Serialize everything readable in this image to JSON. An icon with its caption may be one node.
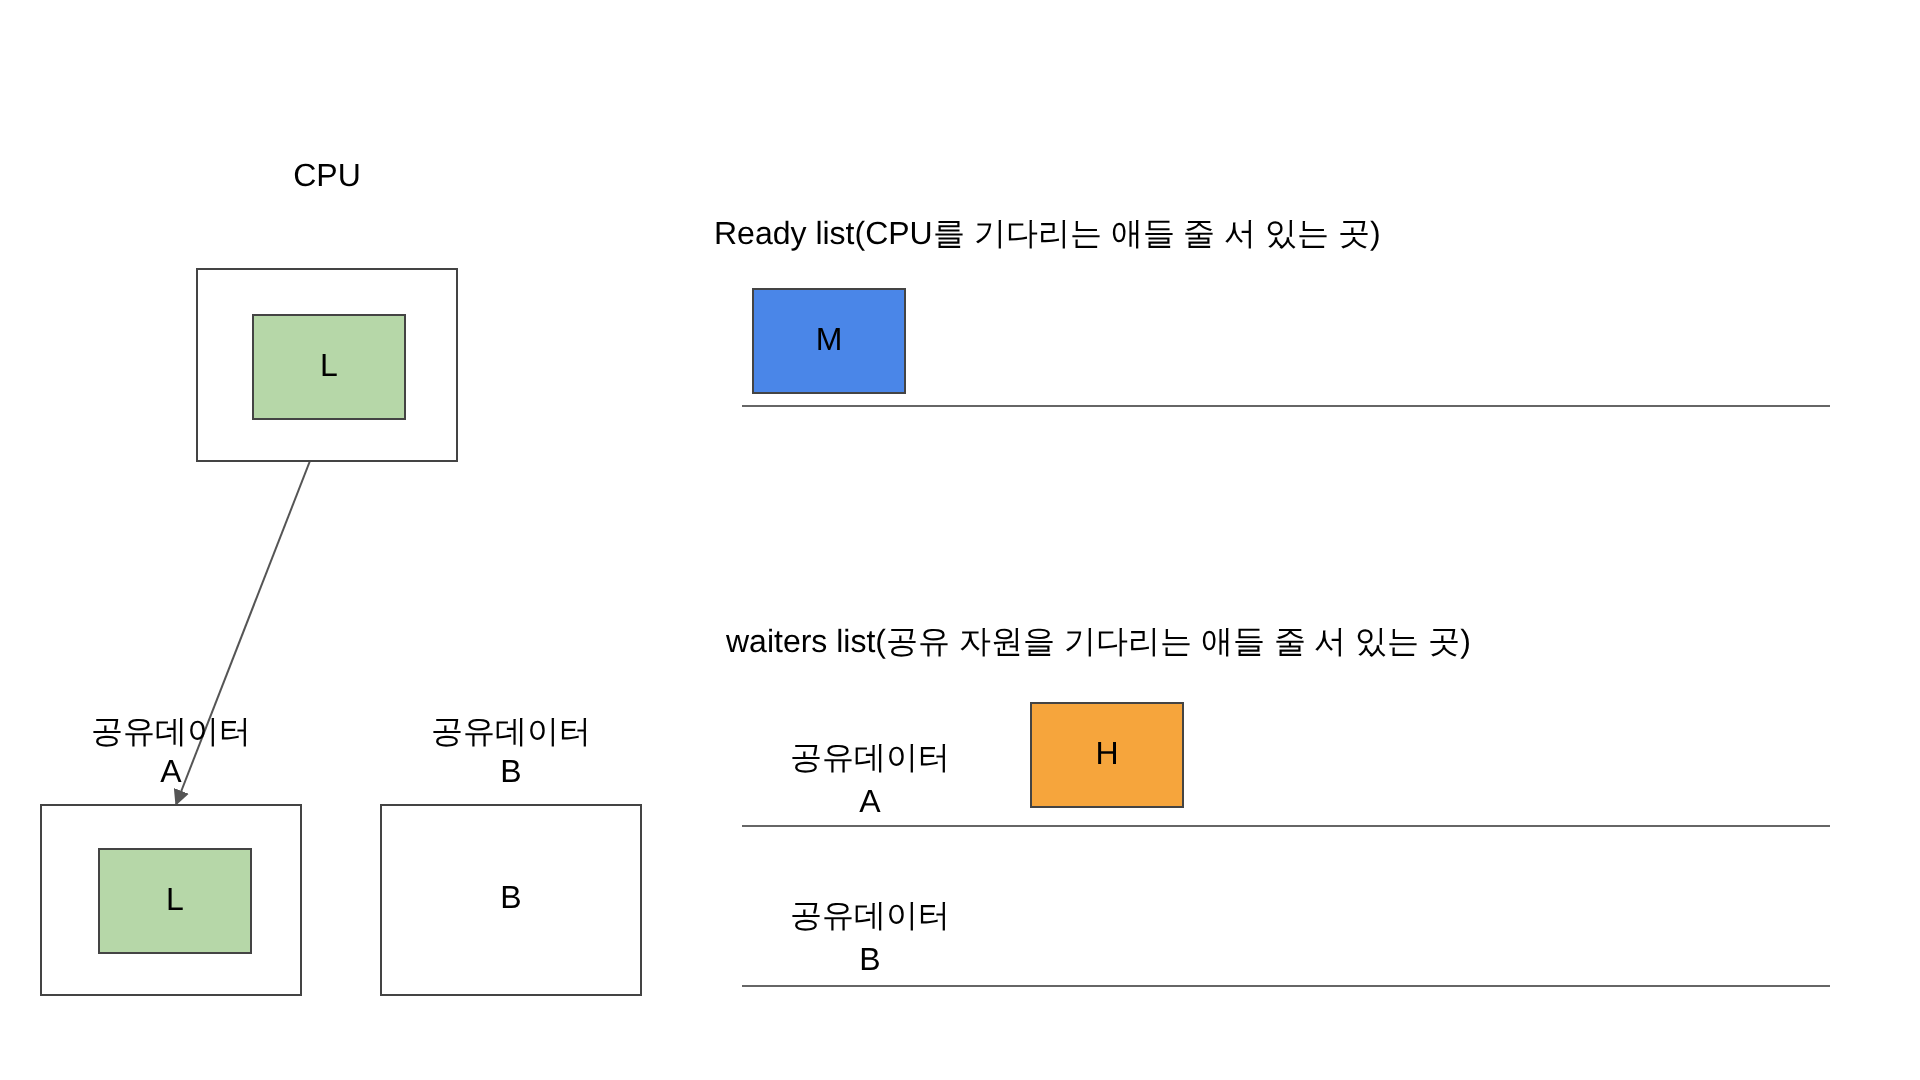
{
  "diagram": {
    "nodes": [
      {
        "text": [
          "CPU"
        ]
      },
      {
        "text": [
          "L"
        ],
        "in": 0
      },
      {
        "text": [
          "공유데이터 A"
        ]
      },
      {
        "text": [
          "L"
        ],
        "in": 2
      },
      {
        "text": [
          "공유데이터 B",
          "B"
        ]
      },
      {
        "text": [
          "M"
        ]
      },
      {
        "text": [
          "H"
        ]
      }
    ],
    "edges": [
      {
        "from": 1,
        "to": 2,
        "arrow": "to"
      }
    ],
    "labels": [
      "Ready list(CPU를 기다리는 애들 줄 서 있는 곳)",
      "waiters list(공유 자원을 기다리는 애들 줄 서 있는 곳)",
      "공유데이터 A",
      "공유데이터 B"
    ]
  }
}
